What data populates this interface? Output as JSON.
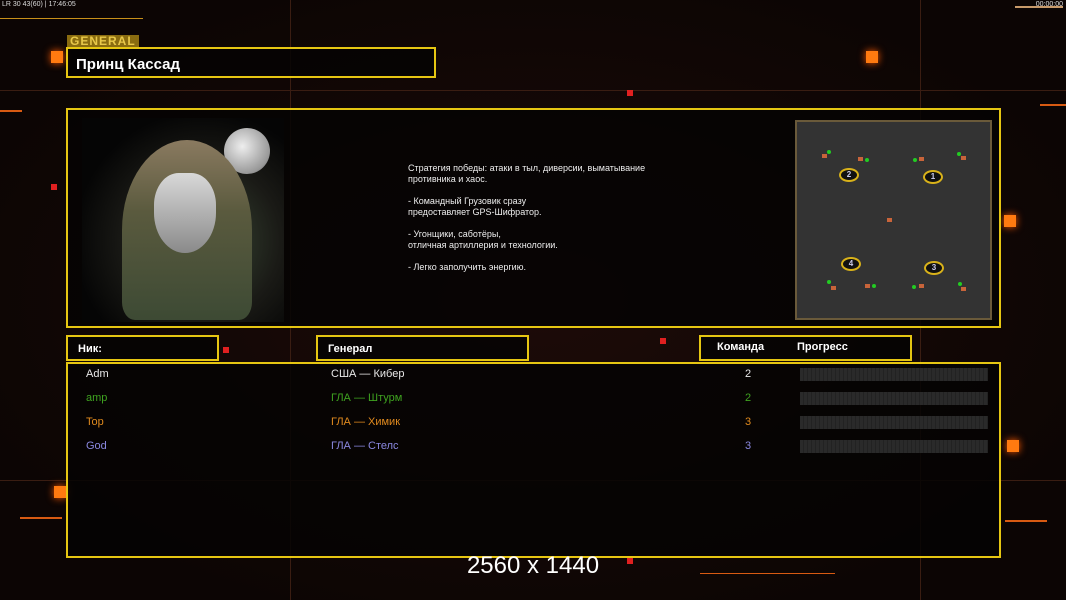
{
  "hud": {
    "stats": "LR 30 43(60) | 17:46:05",
    "timer": "00:00:00"
  },
  "general_tag": "GENERAL",
  "general_name": "Принц Кассад",
  "description": "Стратегия победы: атаки в тыл, диверсии, выматывание\n противника и хаос.\n\n- Командный Грузовик сразу\nпредоставляет GPS-Шифратор.\n\n- Угонщики, саботёры,\nотличная артиллерия и технологии.\n\n- Легко заполучить энергию.",
  "map": {
    "spots": [
      "1",
      "2",
      "3",
      "4"
    ]
  },
  "headers": {
    "nick": "Ник:",
    "general": "Генерал",
    "team": "Команда",
    "progress": "Прогресс"
  },
  "players": [
    {
      "nick": "Adm",
      "general": "США — Кибер",
      "team": "2",
      "progress": 0,
      "color": "#e8e8e8"
    },
    {
      "nick": "amp",
      "general": "ГЛА — Штурм",
      "team": "2",
      "progress": 0,
      "color": "#3fa320"
    },
    {
      "nick": "Top",
      "general": "ГЛА — Химик",
      "team": "3",
      "progress": 0,
      "color": "#e08a1e"
    },
    {
      "nick": "God",
      "general": "ГЛА — Стелс",
      "team": "3",
      "progress": 0,
      "color": "#8a88e0"
    }
  ],
  "watermark": "2560 x 1440"
}
